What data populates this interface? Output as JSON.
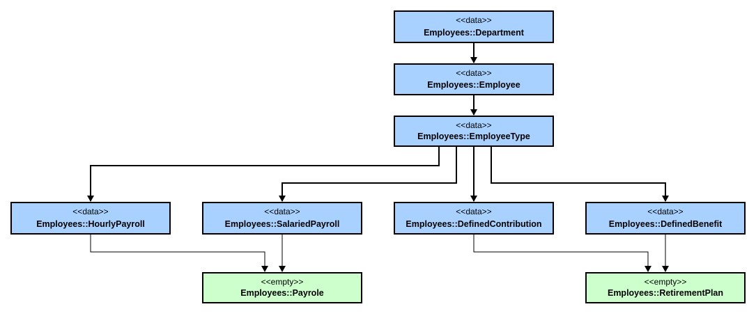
{
  "nodes": {
    "department": {
      "stereotype": "<<data>>",
      "name": "Employees::Department"
    },
    "employee": {
      "stereotype": "<<data>>",
      "name": "Employees::Employee"
    },
    "employee_type": {
      "stereotype": "<<data>>",
      "name": "Employees::EmployeeType"
    },
    "hourly_payroll": {
      "stereotype": "<<data>>",
      "name": "Employees::HourlyPayroll"
    },
    "salaried_payroll": {
      "stereotype": "<<data>>",
      "name": "Employees::SalariedPayroll"
    },
    "defined_contribution": {
      "stereotype": "<<data>>",
      "name": "Employees::DefinedContribution"
    },
    "defined_benefit": {
      "stereotype": "<<data>>",
      "name": "Employees::DefinedBenefit"
    },
    "payrole": {
      "stereotype": "<<empty>>",
      "name": "Employees::Payrole"
    },
    "retirement_plan": {
      "stereotype": "<<empty>>",
      "name": "Employees::RetirementPlan"
    }
  },
  "edges": [
    {
      "from": "department",
      "to": "employee"
    },
    {
      "from": "employee",
      "to": "employee_type"
    },
    {
      "from": "employee_type",
      "to": "hourly_payroll"
    },
    {
      "from": "employee_type",
      "to": "salaried_payroll"
    },
    {
      "from": "employee_type",
      "to": "defined_contribution"
    },
    {
      "from": "employee_type",
      "to": "defined_benefit"
    },
    {
      "from": "hourly_payroll",
      "to": "payrole"
    },
    {
      "from": "salaried_payroll",
      "to": "payrole"
    },
    {
      "from": "defined_contribution",
      "to": "retirement_plan"
    },
    {
      "from": "defined_benefit",
      "to": "retirement_plan"
    }
  ],
  "colors": {
    "data_node_fill": "#a8d1ff",
    "empty_node_fill": "#ccffcc",
    "border": "#000000",
    "edge_thick": "#000000",
    "edge_thin": "#000000"
  }
}
